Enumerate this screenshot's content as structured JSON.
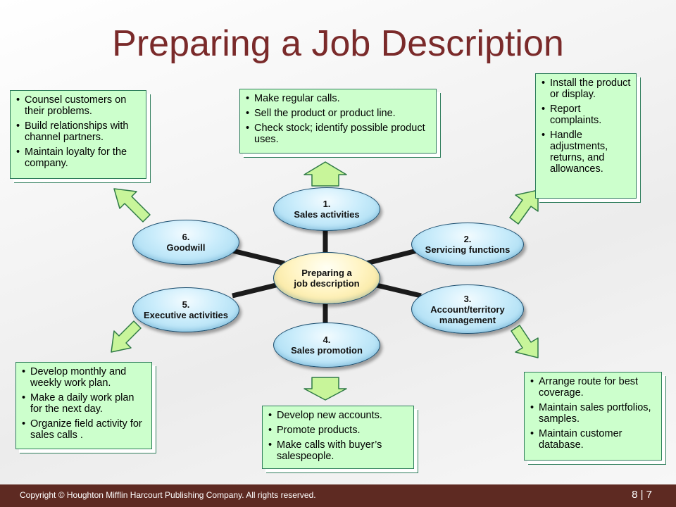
{
  "title": "Preparing a Job Description",
  "center": {
    "line1": "Preparing a",
    "line2": "job description"
  },
  "nodes": [
    {
      "num": "1.",
      "label": "Sales activities",
      "label2": ""
    },
    {
      "num": "2.",
      "label": "Servicing functions",
      "label2": ""
    },
    {
      "num": "3.",
      "label": "Account/territory",
      "label2": "management"
    },
    {
      "num": "4.",
      "label": "Sales promotion",
      "label2": ""
    },
    {
      "num": "5.",
      "label": "Executive activities",
      "label2": ""
    },
    {
      "num": "6.",
      "label": "Goodwill",
      "label2": ""
    }
  ],
  "boxes": {
    "sales": [
      "Make regular calls.",
      "Sell the product or product line.",
      "Check stock; identify possible product uses."
    ],
    "servicing": [
      "Install the product or display.",
      "Report complaints.",
      "Handle adjustments, returns, and allowances."
    ],
    "account": [
      "Arrange route for best coverage.",
      "Maintain sales portfolios, samples.",
      "Maintain customer database."
    ],
    "promotion": [
      "Develop new accounts.",
      "Promote products.",
      "Make calls with buyer’s salespeople."
    ],
    "executive": [
      "Develop monthly and weekly work plan.",
      "Make a daily work plan for the next day.",
      "Organize field activity for sales calls ."
    ],
    "goodwill": [
      "Counsel customers on their problems.",
      "Build relationships with channel partners.",
      "Maintain loyalty for the company."
    ]
  },
  "footer": {
    "copyright": "Copyright © Houghton Mifflin Harcourt Publishing Company. All rights reserved.",
    "page": "8 | 7"
  },
  "colors": {
    "title": "#7a2a2a",
    "footer": "#5e2a22",
    "box_fill": "#ccffcc",
    "node_fill": "#9ed6ef",
    "center_fill": "#fff3bf",
    "arrow_fill": "#c8f59a"
  }
}
